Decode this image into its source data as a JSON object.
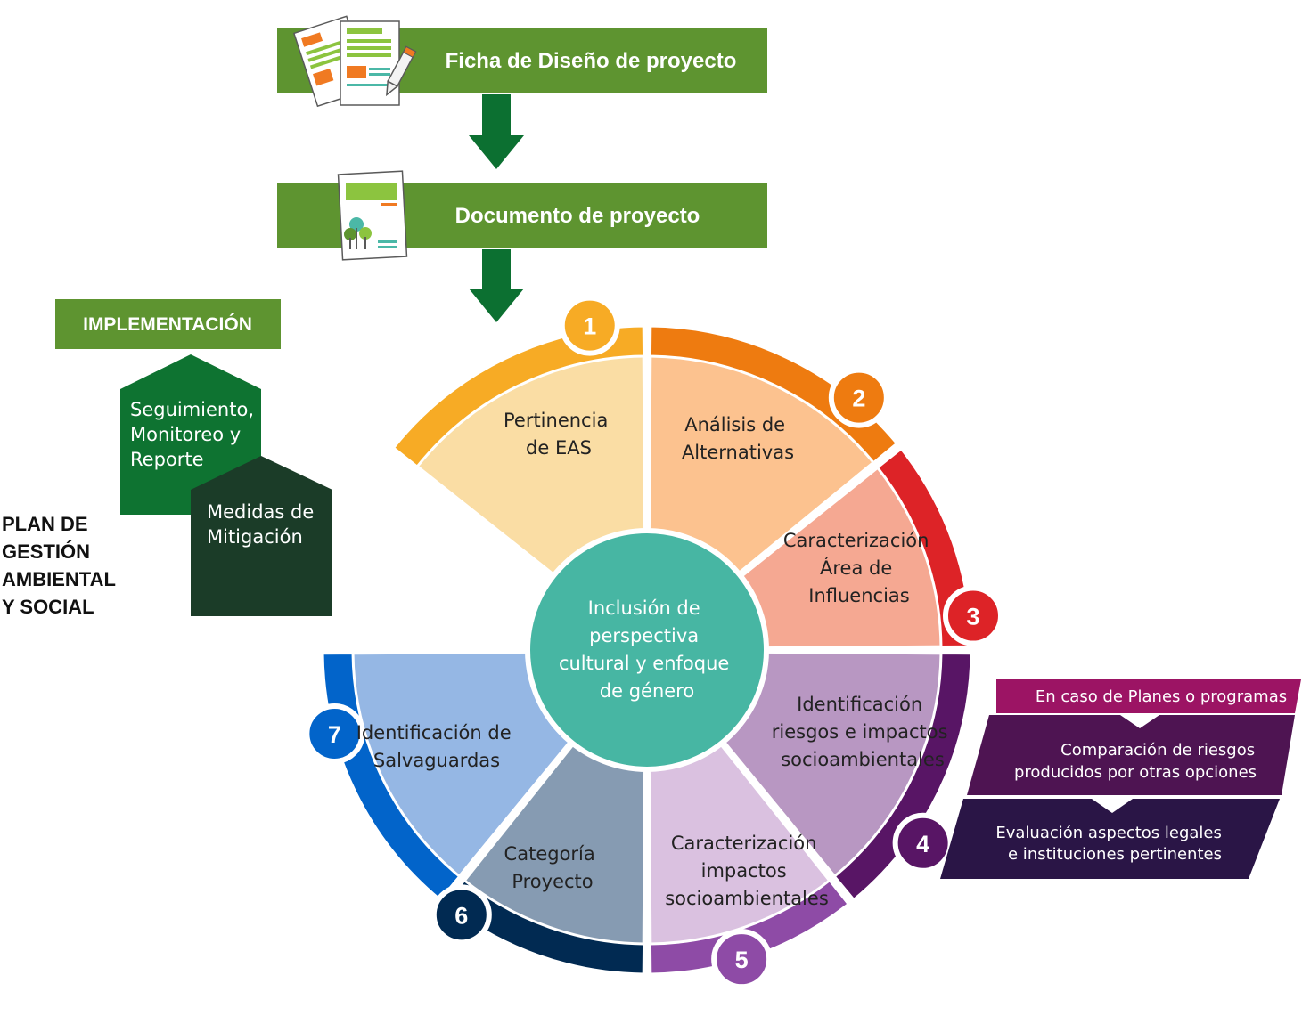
{
  "flow": {
    "step1": "Ficha de Diseño de proyecto",
    "step2": "Documento de proyecto"
  },
  "implementation": {
    "title": "IMPLEMENTACIÓN",
    "monitoring": [
      "Seguimiento,",
      "Monitoreo y",
      "Reporte"
    ],
    "mitigation": [
      "Medidas de",
      "Mitigación"
    ]
  },
  "plan_label": [
    "PLAN DE",
    "GESTIÓN",
    "AMBIENTAL",
    "Y SOCIAL"
  ],
  "center": [
    "Inclusión de",
    "perspectiva",
    "cultural y enfoque",
    "de género"
  ],
  "segments": [
    {
      "number": "1",
      "lines": [
        "Pertinencia",
        "de EAS"
      ],
      "color": "#F7AB25",
      "fill": "#FADDA4"
    },
    {
      "number": "2",
      "lines": [
        "Análisis de",
        "Alternativas"
      ],
      "color": "#EE7B10",
      "fill": "#FCC28F"
    },
    {
      "number": "3",
      "lines": [
        "Caracterización",
        "Área de",
        "Influencias"
      ],
      "color": "#DD2327",
      "fill": "#F5A892"
    },
    {
      "number": "4",
      "lines": [
        "Identificación",
        "riesgos e impactos",
        "socioambientales"
      ],
      "color": "#581565",
      "fill": "#B897C2"
    },
    {
      "number": "5",
      "lines": [
        "Caracterización",
        "impactos",
        "socioambientales"
      ],
      "color": "#8E4BA6",
      "fill": "#DAC1E0"
    },
    {
      "number": "6",
      "lines": [
        "Categoría",
        "Proyecto"
      ],
      "color": "#012A52",
      "fill": "#869BB2"
    },
    {
      "number": "7",
      "lines": [
        "Identificación de",
        "Salvaguardas"
      ],
      "color": "#0264CA",
      "fill": "#95B7E4"
    }
  ],
  "side_panel": {
    "header": "En caso de Planes o programas",
    "item1": [
      "Comparación de riesgos",
      "producidos por otras opciones"
    ],
    "item2": [
      "Evaluación aspectos legales",
      "e instituciones pertinentes"
    ]
  },
  "colors": {
    "green_banner": "#5E9430",
    "dark_green": "#137434",
    "arrow_green": "#0C7031",
    "monitoring_green": "#0E7331",
    "mitigation_green": "#1B3C28",
    "center_teal": "#47B6A3",
    "panel_header": "#9C1464",
    "panel_mid": "#4E1452",
    "panel_low": "#2A1546"
  }
}
